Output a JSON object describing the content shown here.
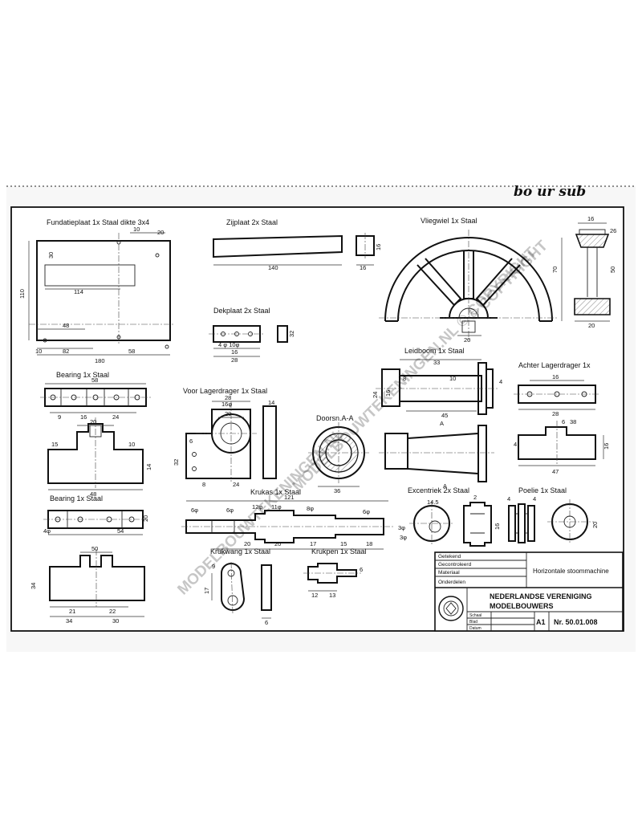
{
  "corner_mark": "bo ur sub",
  "parts": {
    "fundatieplaat": {
      "label": "Fundatieplaat 1x Staal  dikte 3x4",
      "dims": [
        "10",
        "20",
        "30",
        "110",
        "114",
        "48",
        "10",
        "82",
        "58",
        "180"
      ]
    },
    "zijplaat": {
      "label": "Zijplaat 2x Staal",
      "dims": [
        "140",
        "16",
        "16"
      ]
    },
    "vliegwiel": {
      "label": "Vliegwiel 1x Staal",
      "dims": [
        "16",
        "26",
        "70",
        "20",
        "50",
        "20"
      ]
    },
    "dekplaat": {
      "label": "Dekplaat 2x Staal",
      "dims": [
        "4 φ 10φ",
        "16",
        "28",
        "32"
      ]
    },
    "leiboom": {
      "label": "Leidboom 1x Staal",
      "dims": [
        "33",
        "8",
        "10",
        "24",
        "16",
        "4",
        "45",
        "A",
        "A"
      ]
    },
    "lagerdrager_achter": {
      "label": "Achter Lagerdrager 1x",
      "dims": [
        "16",
        "28",
        "6",
        "38",
        "16",
        "4",
        "47"
      ]
    },
    "bearing1": {
      "label": "Bearing 1x Staal",
      "dims": [
        "58",
        "9",
        "16",
        "24",
        "20",
        "15",
        "10",
        "14",
        "48"
      ]
    },
    "lagerdrager_voor": {
      "label": "Voor Lagerdrager 1x Staal",
      "dims": [
        "16φ",
        "28",
        "20",
        "6",
        "32",
        "14",
        "8",
        "24"
      ]
    },
    "doorsnede": {
      "label": "Doorsn.A-A",
      "dims": [
        "36"
      ]
    },
    "bearing2": {
      "label": "Bearing 1x Staal",
      "dims": [
        "4φ",
        "54",
        "20",
        "50",
        "34",
        "21",
        "22",
        "34",
        "30"
      ]
    },
    "krukas": {
      "label": "Krukas 1x Staal",
      "dims": [
        "121",
        "6φ",
        "6φ",
        "12φ",
        "11φ",
        "8φ",
        "6φ",
        "20",
        "20",
        "17",
        "15",
        "18",
        "3φ"
      ]
    },
    "krukwang": {
      "label": "Krukwang 1x Staal",
      "dims": [
        "9",
        "17",
        "6"
      ]
    },
    "krukpen": {
      "label": "Krukpen 1x Staal",
      "dims": [
        "12",
        "13",
        "6"
      ]
    },
    "excentriek": {
      "label": "Excentriek 2x Staal",
      "dims": [
        "14.5",
        "3φ",
        "2",
        "16"
      ]
    },
    "poelie": {
      "label": "Poelie 1x Staal",
      "dims": [
        "4",
        "20",
        "4"
      ]
    }
  },
  "title_block": {
    "rows_left": [
      "Getekend",
      "Gecontroleerd",
      "Materiaal",
      "Onderdelen"
    ],
    "title": "Horizontale stoommachine",
    "org_line1": "NEDERLANDSE VERENIGING",
    "org_line2": "MODELBOUWERS",
    "small_rows": [
      "Schaal",
      "Blad",
      "Datum"
    ],
    "size": "A1",
    "number": "Nr. 50.01.008"
  },
  "watermarks": [
    "© COPYRIGHT",
    "MODELBOUWTEKENINGEN.NL © COPYRIGHT",
    "MODELBOUWTEKENINGEN.NL"
  ]
}
